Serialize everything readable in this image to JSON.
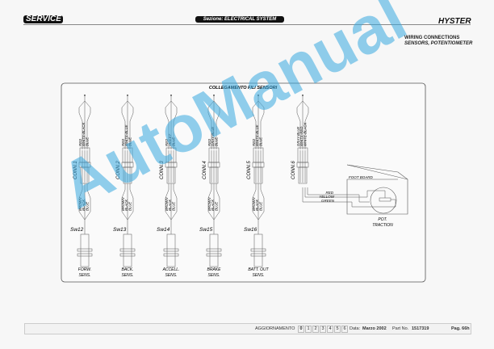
{
  "header": {
    "service": "SERVICE",
    "section": "Sezione: ELECTRICAL SYSTEM",
    "brand": "HYSTER",
    "subtitle1": "WIRING CONNECTIONS",
    "subtitle2": "SENSORS, POTENTIOMETER"
  },
  "diagram": {
    "title": "COLLEGAMENTO FILI SENSORI",
    "columns": [
      {
        "conn": "CONN.1",
        "upper": [
          "RED",
          "WHITE-BLACK",
          "BLUE"
        ],
        "lower": [
          "BROWN",
          "BLACK",
          "BLUE"
        ],
        "switch": "Sw12",
        "sensor": [
          "FORW.",
          "SENS."
        ]
      },
      {
        "conn": "CONN.2",
        "upper": [
          "RED",
          "WHITE-BLUE",
          "BLUE"
        ],
        "lower": [
          "BROWN",
          "BLACK",
          "BLUE"
        ],
        "switch": "Sw13",
        "sensor": [
          "BACK.",
          "SENS."
        ]
      },
      {
        "conn": "CONN.3",
        "upper": [
          "RED",
          "VIOLET",
          "BLUE"
        ],
        "lower": [
          "BROWN",
          "BLACK",
          "BLUE"
        ],
        "switch": "Sw14",
        "sensor": [
          "ACCELL.",
          "SENS."
        ]
      },
      {
        "conn": "CONN.4",
        "upper": [
          "RED",
          "GRAY-BLUE",
          "BLUE"
        ],
        "lower": [
          "BROWN",
          "BLACK",
          "BLUE"
        ],
        "switch": "Sw15",
        "sensor": [
          "BRAKE",
          "SENS."
        ]
      },
      {
        "conn": "CONN.5",
        "upper": [
          "RED",
          "WHITE-BLUE",
          "BLUE"
        ],
        "lower": [
          "BROWN",
          "BLACK",
          "BLUE"
        ],
        "switch": "Sw16",
        "sensor": [
          "BATT. OUT",
          "SENS."
        ]
      },
      {
        "conn": "CONN.6",
        "upper": [
          "GRAY-BLUE",
          "WHITE-RED",
          "WHITE-BLACK"
        ]
      }
    ],
    "pot": {
      "footboard": "FOOT BOARD",
      "wires": [
        "RED",
        "YELLOW",
        "GREEN"
      ],
      "label": [
        "POT.",
        "TRACTION"
      ]
    }
  },
  "footer": {
    "aggiornamento": "AGGIORNAMENTO",
    "revisions": [
      "0",
      "1",
      "2",
      "3",
      "4",
      "5",
      "6"
    ],
    "data_label": "Data:",
    "data": "Marzo 2002",
    "part_label": "Part No.",
    "part": "1517319",
    "page": "Pag. 66h"
  },
  "watermark": "AutoManual"
}
